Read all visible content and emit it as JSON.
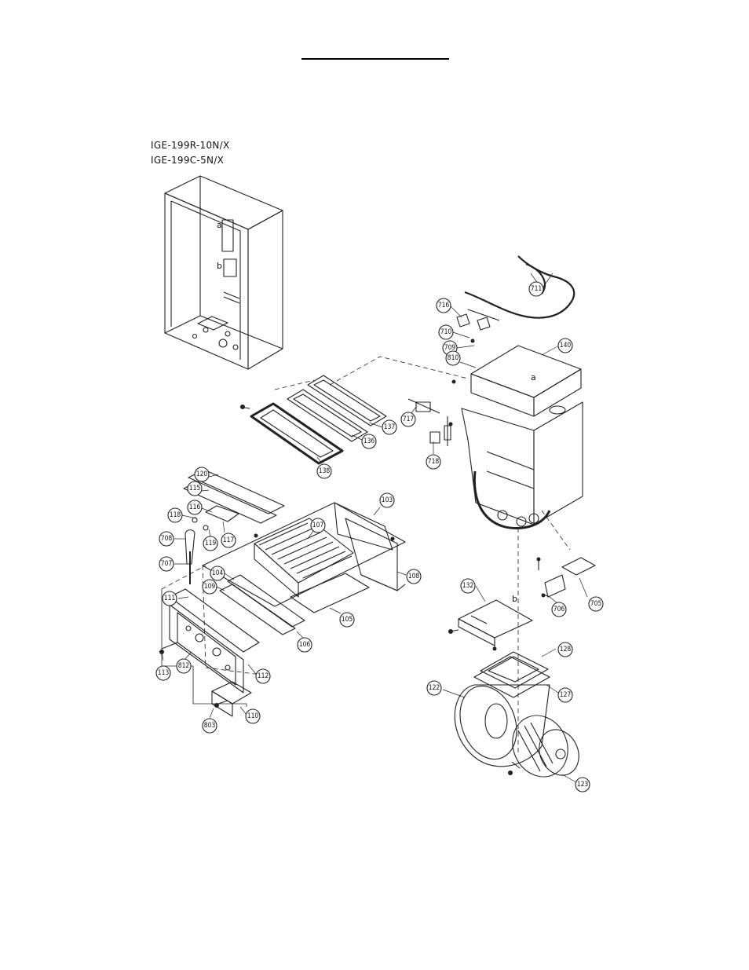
{
  "models": [
    "IGE-199R-10N/X",
    "IGE-199C-5N/X"
  ],
  "letters": {
    "a": "a",
    "b": "b"
  },
  "callouts": {
    "c711": "711",
    "c716": "716",
    "c710": "710",
    "c709": "709",
    "c810": "810",
    "c140": "140",
    "c137": "137",
    "c136": "136",
    "c138": "138",
    "c717": "717",
    "c718": "718",
    "c120": "120",
    "c115": "115",
    "c116": "116",
    "c118": "118",
    "c117": "117",
    "c119": "119",
    "c708": "708",
    "c707": "707",
    "c103": "103",
    "c107": "107",
    "c104": "104",
    "c109": "109",
    "c108": "108",
    "c105": "105",
    "c106": "106",
    "c111": "111",
    "c113": "113",
    "c812": "812",
    "c112": "112",
    "c803": "803",
    "c110": "110",
    "c132": "132",
    "c706": "706",
    "c705": "705",
    "c128": "128",
    "c127": "127",
    "c122": "122",
    "c123": "123"
  }
}
